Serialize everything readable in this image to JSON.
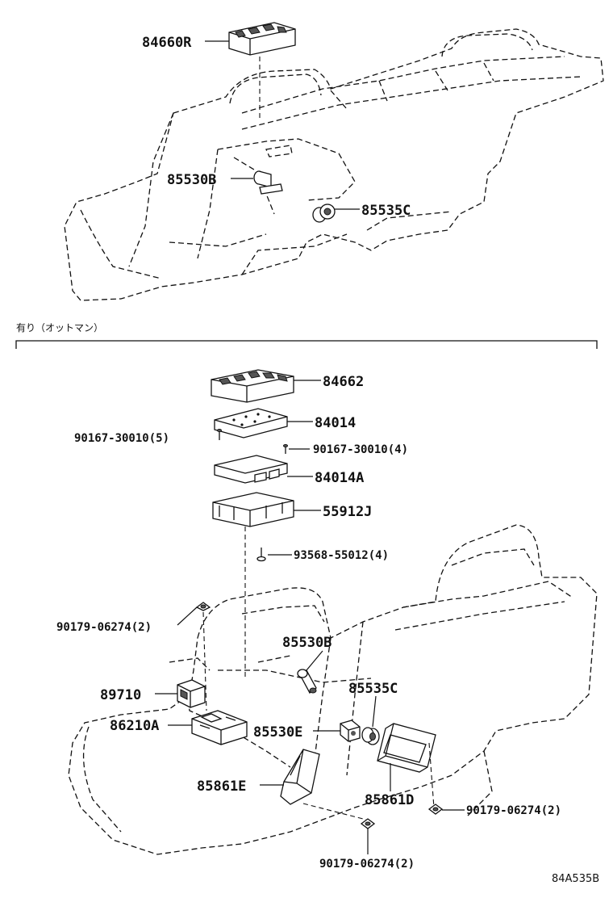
{
  "section_title": "有り（オットマン）",
  "diagram_code": "84A535B",
  "upper_parts": {
    "p84660R": "84660R",
    "p85530B": "85530B",
    "p85535C": "85535C"
  },
  "lower_parts": {
    "p84662": "84662",
    "p84014": "84014",
    "p90167_5": "90167-30010(5)",
    "p90167_4": "90167-30010(4)",
    "p84014A": "84014A",
    "p55912J": "55912J",
    "p93568": "93568-55012(4)",
    "p90179_a": "90179-06274(2)",
    "p85530B": "85530B",
    "p89710": "89710",
    "p85535C": "85535C",
    "p86210A": "86210A",
    "p85530E": "85530E",
    "p85861E": "85861E",
    "p85861D": "85861D",
    "p90179_b": "90179-06274(2)",
    "p90179_c": "90179-06274(2)"
  }
}
